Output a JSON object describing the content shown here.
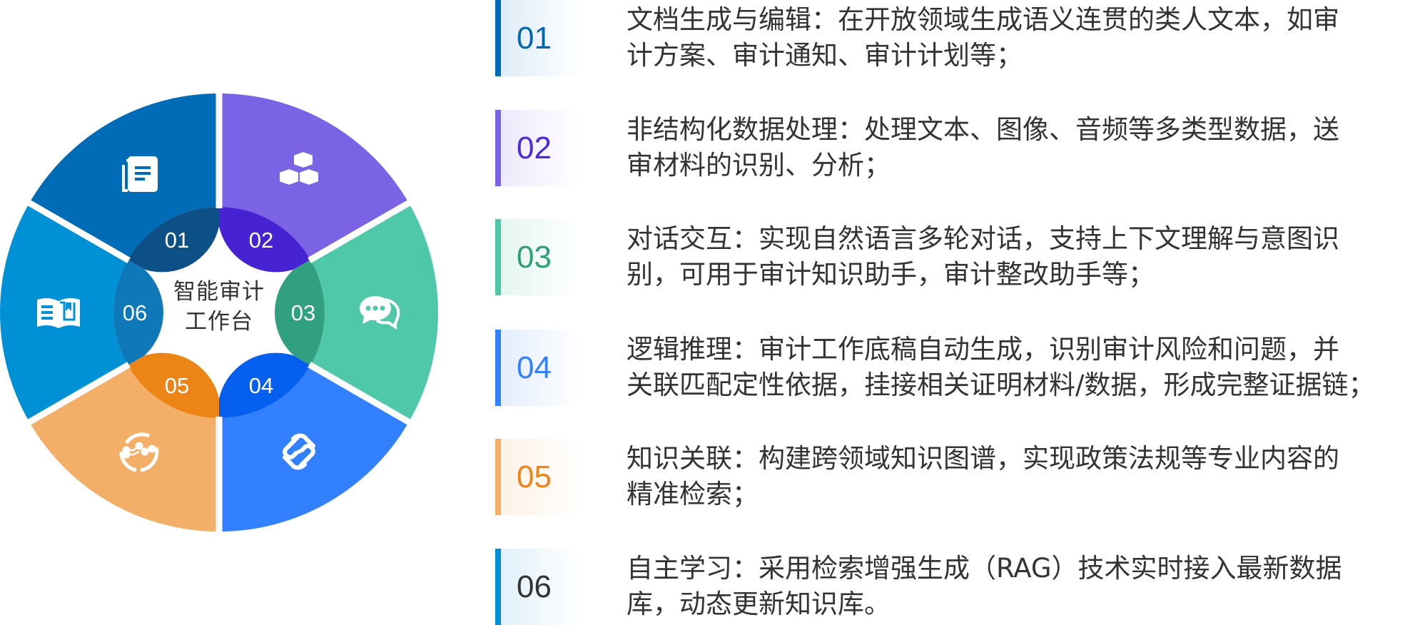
{
  "center_title": [
    "智能审计",
    "工作台"
  ],
  "items": [
    {
      "num": "01",
      "outer": "#006BB6",
      "inner": "#0D5087",
      "num_color": "#0068B0",
      "tint": "#DCEBF7",
      "icon": "documents-icon",
      "lines": [
        "文档生成与编辑：在开放领域生成语义连贯的类人文本，如审",
        "计方案、审计通知、审计计划等；"
      ]
    },
    {
      "num": "02",
      "outer": "#7B63E6",
      "inner": "#4622D2",
      "num_color": "#4A2AD8",
      "tint": "#ECE8FB",
      "icon": "cubes-icon",
      "lines": [
        "非结构化数据处理：处理文本、图像、音频等多类型数据，送",
        "审材料的识别、分析；"
      ]
    },
    {
      "num": "03",
      "outer": "#4FC8A9",
      "inner": "#31A080",
      "num_color": "#2F9E7A",
      "tint": "#E3F5EF",
      "icon": "chat-bubbles-icon",
      "lines": [
        "对话交互：实现自然语言多轮对话，支持上下文理解与意图识",
        "别，可用于审计知识助手，审计整改助手等；"
      ]
    },
    {
      "num": "04",
      "outer": "#3380FF",
      "inner": "#0560F0",
      "num_color": "#3380FF",
      "tint": "#E2ECFD",
      "icon": "link-icon",
      "lines": [
        "逻辑推理：审计工作底稿自动生成，识别审计风险和问题，并",
        "关联匹配定性依据，挂接相关证明材料/数据，形成完整证据链；"
      ]
    },
    {
      "num": "05",
      "outer": "#F3AE68",
      "inner": "#EC8416",
      "num_color": "#EE8418",
      "tint": "#FDF0E4",
      "icon": "knowledge-graph-icon",
      "lines": [
        "知识关联：构建跨领域知识图谱，实现政策法规等专业内容的",
        "精准检索；"
      ]
    },
    {
      "num": "06",
      "outer": "#0090D6",
      "inner": "#0E78B8",
      "num_color": "#333333",
      "tint": "#DFEFF9",
      "icon": "open-book-icon",
      "lines": [
        "自主学习：采用检索增强生成（RAG）技术实时接入最新数据",
        "库，动态更新知识库。"
      ]
    }
  ]
}
